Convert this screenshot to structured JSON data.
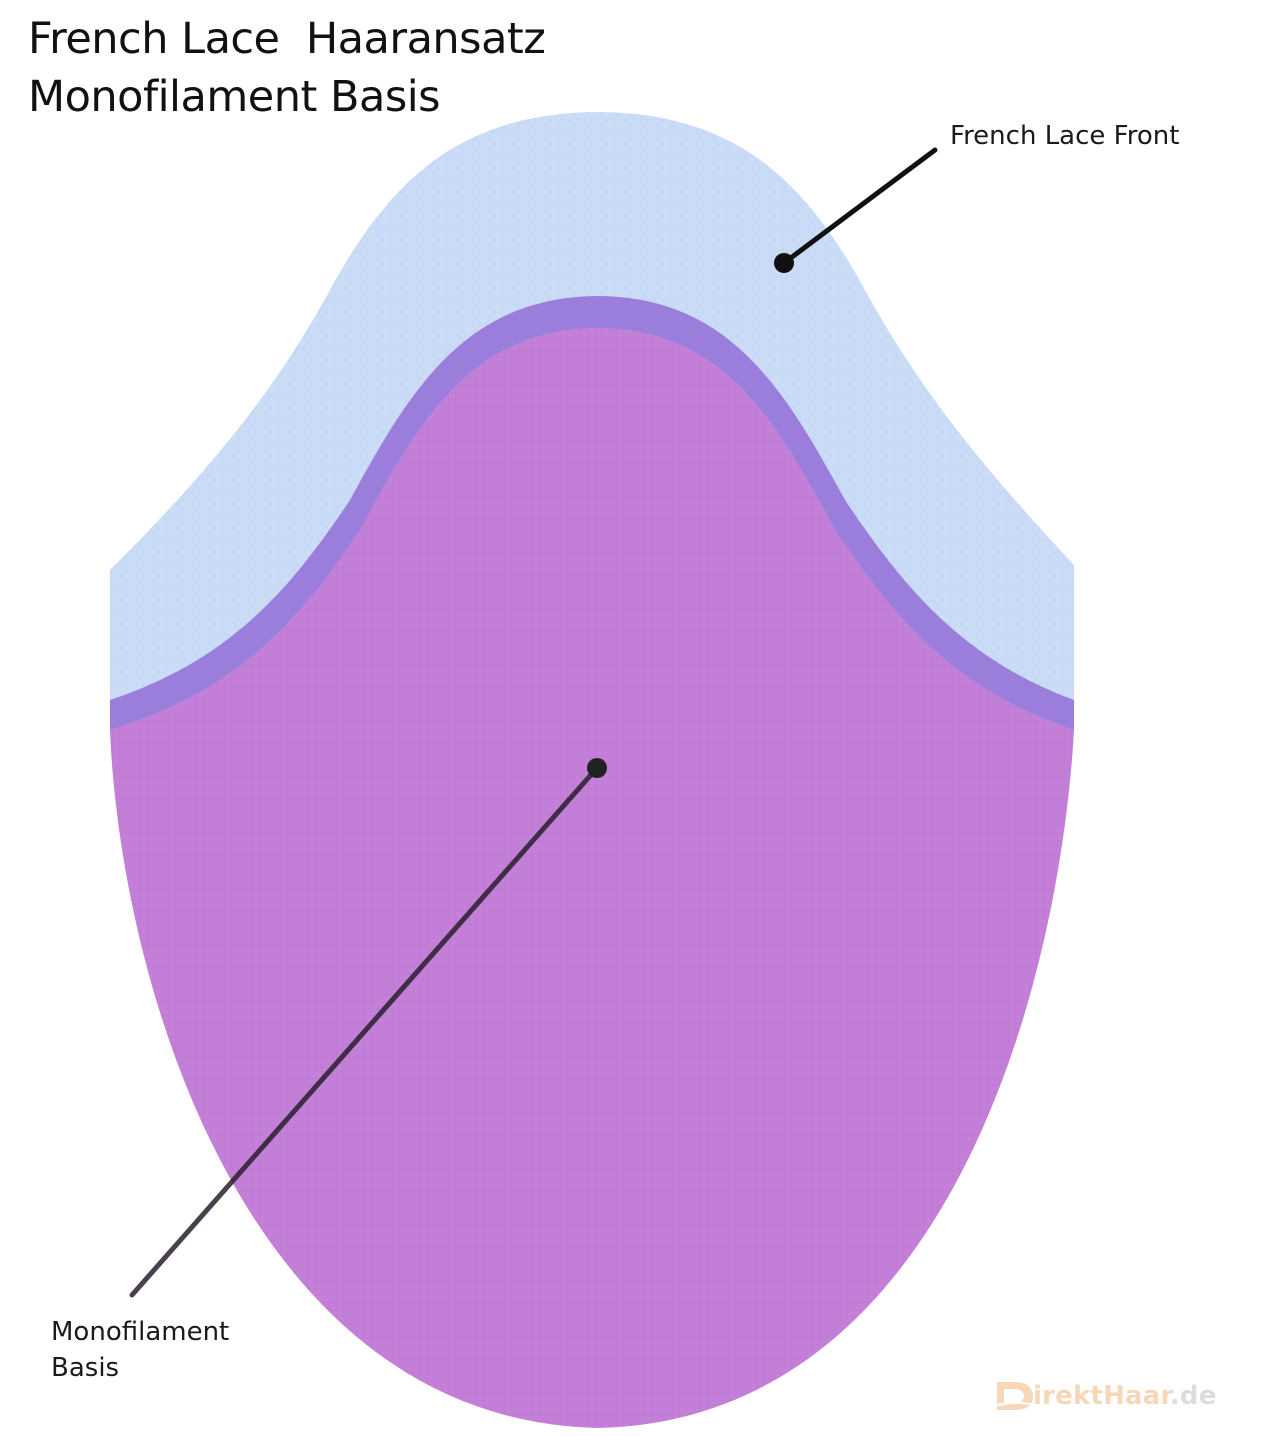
{
  "title": {
    "line1": "French Lace  Haaransatz",
    "line2": "Monofilament Basis"
  },
  "labels": {
    "front": "French Lace Front",
    "mono_line1": "Monofilament",
    "mono_line2": "Basis"
  },
  "logo": {
    "text": "irektHaar",
    "tld": ".de"
  },
  "colors": {
    "lace": "#cbdcf7",
    "mono": "#c47fd8",
    "border": "#9b7ddc",
    "leader": "#111111"
  }
}
